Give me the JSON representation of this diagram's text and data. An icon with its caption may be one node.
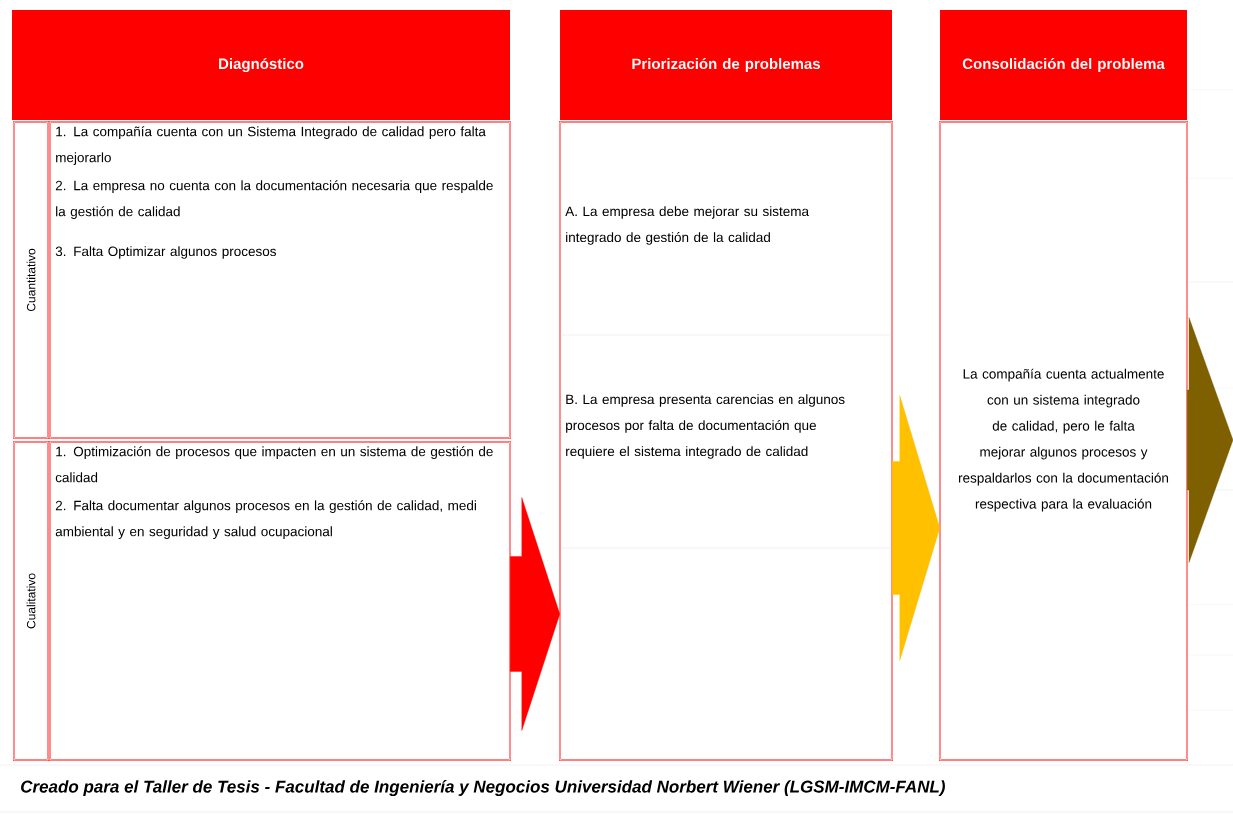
{
  "diagram": {
    "caption": "Creado para el Taller de Tesis - Facultad de Ingeniería y Negocios Universidad Norbert Wiener (LGSM-IMCM-FANL)",
    "nodes": [
      {
        "text": [
          "Diagnóstico"
        ]
      },
      {
        "text": [
          "Cuantitativo"
        ]
      },
      {
        "text": [
          "1. La compañía cuenta con un Sistema Integrado de calidad pero falta mejorarlo",
          "2. La empresa no cuenta con la documentación necesaria que respalde la gestión de calidad",
          "3. Falta Optimizar algunos procesos"
        ]
      },
      {
        "text": [
          "Cualitativo"
        ]
      },
      {
        "text": [
          "1. Optimización de procesos que impacten en un sistema de gestión de calidad",
          "2. Falta documentar algunos procesos en la gestión de calidad, medi ambiental y en seguridad y salud ocupacional"
        ]
      },
      {
        "text": [
          "Priorización de problemas"
        ]
      },
      {
        "text": [
          "A. La empresa debe mejorar su sistema integrado de gestión de la calidad",
          "B. La empresa presenta carencias en algunos procesos por falta de documentación que requiere  el sistema integrado de calidad"
        ]
      },
      {
        "text": [
          "Consolidación del problema"
        ]
      },
      {
        "text": [
          "La compañía cuenta actualmente con un sistema integrado de calidad, pero le falta mejorar algunos procesos y respaldarlos con la documentación respectiva para la evaluación"
        ]
      }
    ],
    "edges": [
      {
        "from": 4,
        "to": 6,
        "arrow": "to",
        "color": "#ff0000"
      },
      {
        "from": 6,
        "to": 8,
        "arrow": "to",
        "color": "#ffc000"
      },
      {
        "from": 8,
        "to": null,
        "arrow": "to",
        "color": "#7f6000"
      }
    ]
  }
}
